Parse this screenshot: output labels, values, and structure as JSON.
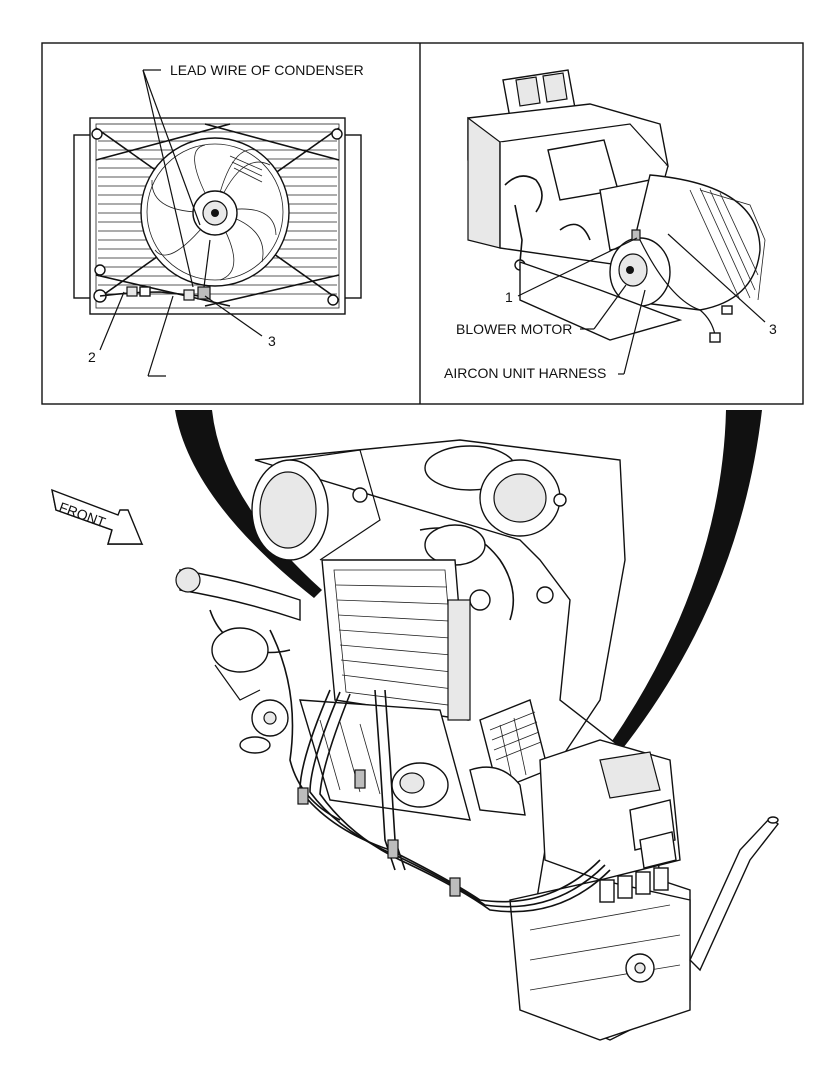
{
  "labels": {
    "lead_wire_of_condenser": "LEAD WIRE OF CONDENSER",
    "blower_motor": "BLOWER MOTOR",
    "aircon_unit_harness": "AIRCON UNIT HARNESS",
    "front": "FRONT"
  },
  "callouts": {
    "left_2": "2",
    "left_3": "3",
    "right_1": "1",
    "right_3": "3"
  }
}
